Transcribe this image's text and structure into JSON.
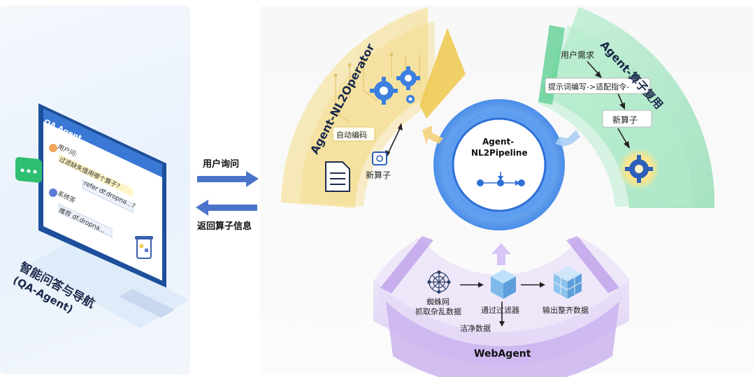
{
  "qa_panel": {
    "monitor_title": "QA Agent",
    "user_label": "用户问:",
    "user_question": "过滤缺失值用哪个算子?",
    "bubble_right": "refer df.dropna...?",
    "system_label": "系统答",
    "system_answer": "推荐 df.dropna...",
    "caption_line1": "智能问答与导航",
    "caption_line2": "(QA-Agent)"
  },
  "arrows": {
    "request_label": "用户询问",
    "response_label": "返回算子信息"
  },
  "center": {
    "title_line1": "Agent-",
    "title_line2": "NL2Pipeline"
  },
  "operator_sector": {
    "title": "Agent-NL2Operator",
    "auto_code_label": "自动编码",
    "new_operator_label": "新算子"
  },
  "reuse_sector": {
    "title": "Agent-算子复用",
    "user_need_label": "用户需求",
    "prompt_label": "提示词编写->适配指令-",
    "new_operator_label": "新算子"
  },
  "web_sector": {
    "title": "WebAgent",
    "spider_line1": "蜘蛛网",
    "spider_line2": "抓取杂乱数据",
    "filter_label": "通过过滤器",
    "output_label": "输出整齐数据",
    "clean_label": "洁净数据"
  },
  "colors": {
    "yellow": "#f3d77a",
    "green": "#7fd9a8",
    "purple": "#c9b2ec",
    "blue": "#3f86e6",
    "arrow_blue": "#4a74c9"
  }
}
